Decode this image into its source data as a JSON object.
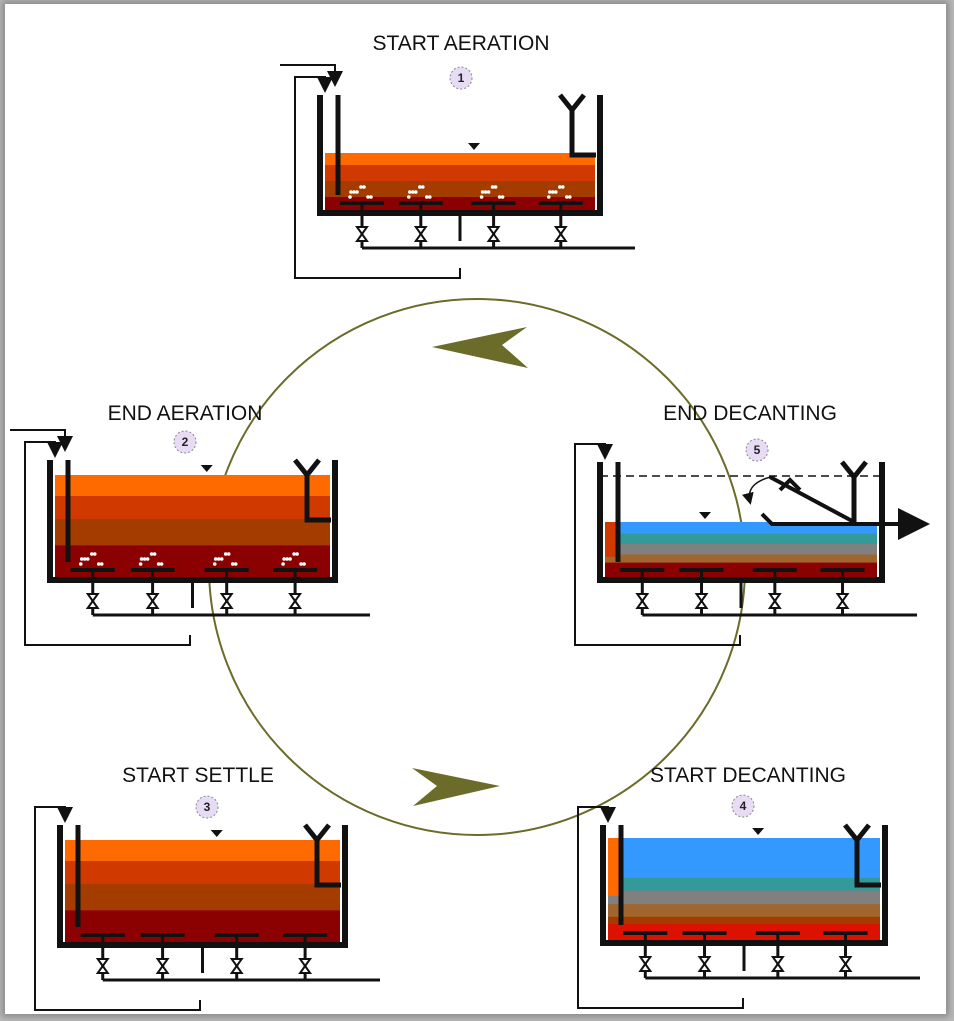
{
  "diagram": {
    "type": "sequencing batch reactor cycle",
    "cycle_direction": "clockwise",
    "colors": {
      "cycle_arrow": "#6b6b2a",
      "badge_fill": "#e8dcf5",
      "tank_outline": "#111111",
      "sludge_orange": "#ff6a00",
      "sludge_red_orange": "#d03a00",
      "sludge_brown": "#a43c00",
      "sludge_dark_red": "#8b0000",
      "clear_water_blue": "#3399ff",
      "teal_layer": "#339999",
      "gray_layer": "#808080",
      "tan_layer": "#a0662e",
      "red_layer": "#dd1100"
    },
    "stages": [
      {
        "number": "1",
        "label": "START AERATION",
        "state": "aeration, low fill"
      },
      {
        "number": "2",
        "label": "END AERATION",
        "state": "aeration, full"
      },
      {
        "number": "3",
        "label": "START SETTLE",
        "state": "settling, full"
      },
      {
        "number": "4",
        "label": "START DECANTING",
        "state": "clarified, full"
      },
      {
        "number": "5",
        "label": "END DECANTING",
        "state": "decanted, low level, decanter lowered"
      }
    ]
  }
}
